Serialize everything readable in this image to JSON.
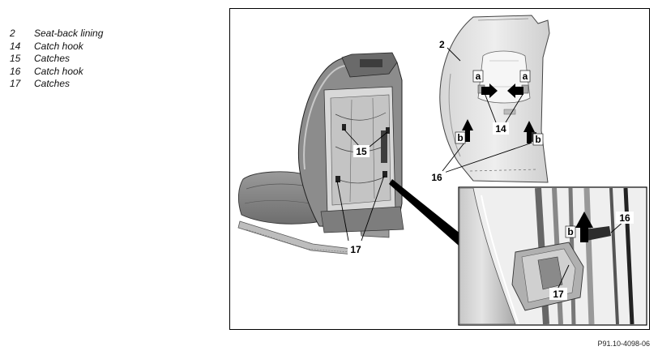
{
  "legend": [
    {
      "num": "2",
      "text": "Seat-back lining"
    },
    {
      "num": "14",
      "text": "Catch hook"
    },
    {
      "num": "15",
      "text": "Catches"
    },
    {
      "num": "16",
      "text": "Catch hook"
    },
    {
      "num": "17",
      "text": "Catches"
    }
  ],
  "figure": {
    "callouts": {
      "c2": "2",
      "c14": "14",
      "c15": "15",
      "c16_top": "16",
      "c17_seat": "17",
      "c16_detail": "16",
      "c17_detail": "17",
      "a_left": "a",
      "a_right": "a",
      "b_left": "b",
      "b_right": "b",
      "b_detail": "b"
    },
    "code": "P91.10-4098-06"
  }
}
